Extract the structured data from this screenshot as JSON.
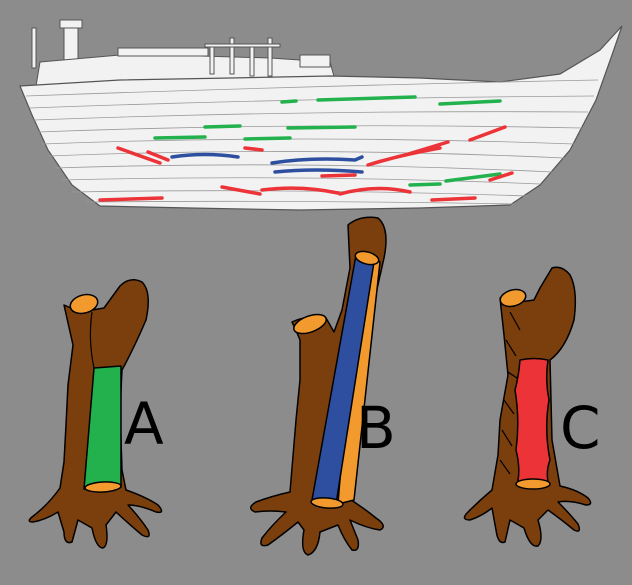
{
  "labels": {
    "a": "A",
    "b": "B",
    "c": "C"
  },
  "colors": {
    "background": "#8c8c8c",
    "hull": "#f2f2f2",
    "trunk": "#7b3f0e",
    "cut_end": "#f39a2e",
    "timber_a": "#22b14c",
    "timber_b": "#2e4fa0",
    "timber_c": "#ec3338"
  }
}
